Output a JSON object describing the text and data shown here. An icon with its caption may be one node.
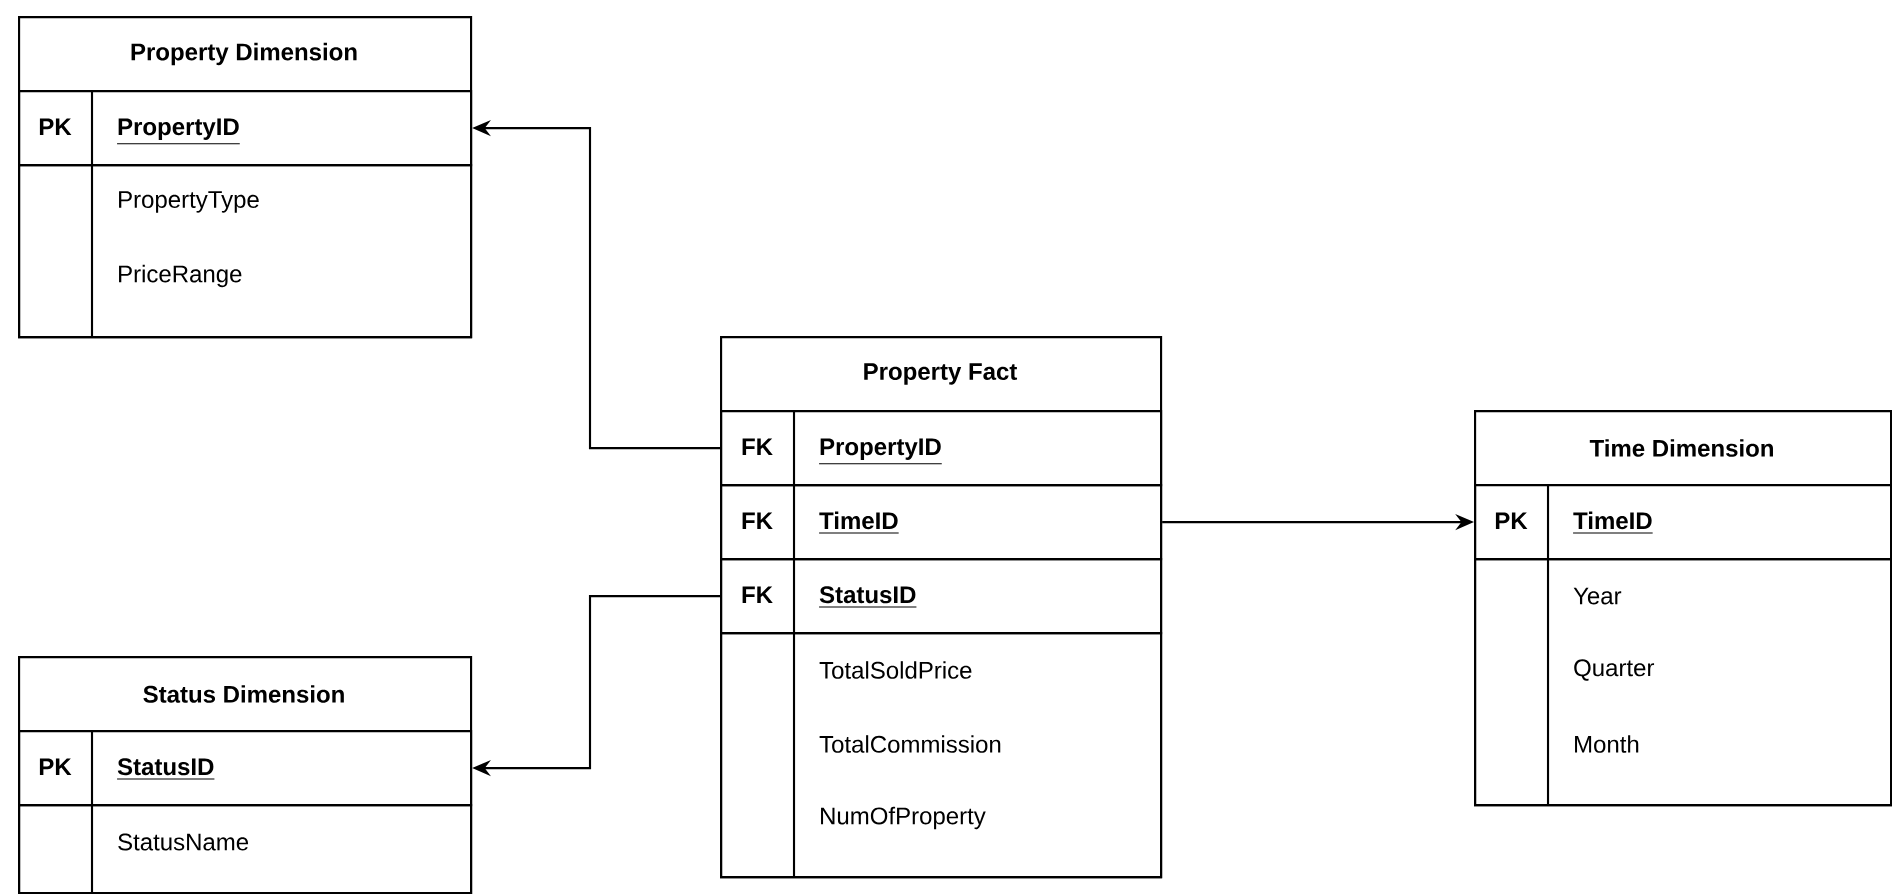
{
  "diagram": {
    "nodes": [
      {
        "text": [
          "Property Dimension"
        ]
      },
      {
        "text": [
          "PK",
          "PropertyID"
        ],
        "in": 0
      },
      {
        "text": [
          "PropertyType",
          "PriceRange"
        ],
        "in": 0
      },
      {
        "text": [
          "Status Dimension"
        ]
      },
      {
        "text": [
          "PK",
          "StatusID"
        ],
        "in": 3
      },
      {
        "text": [
          "StatusName"
        ],
        "in": 3
      },
      {
        "text": [
          "Property Fact"
        ]
      },
      {
        "text": [
          "FK",
          "PropertyID"
        ],
        "in": 6
      },
      {
        "text": [
          "FK",
          "TimeID"
        ],
        "in": 6
      },
      {
        "text": [
          "FK",
          "StatusID"
        ],
        "in": 6
      },
      {
        "text": [
          "TotalSoldPrice",
          "TotalCommission",
          "NumOfProperty"
        ],
        "in": 6
      },
      {
        "text": [
          "Time Dimension"
        ]
      },
      {
        "text": [
          "PK",
          "TimeID"
        ],
        "in": 11
      },
      {
        "text": [
          "Year",
          "Quarter",
          "Month"
        ],
        "in": 11
      }
    ],
    "edges": [
      {
        "from": 7,
        "to": 1,
        "arrow": "to"
      },
      {
        "from": 8,
        "to": 12,
        "arrow": "to"
      },
      {
        "from": 9,
        "to": 4,
        "arrow": "to"
      }
    ]
  }
}
